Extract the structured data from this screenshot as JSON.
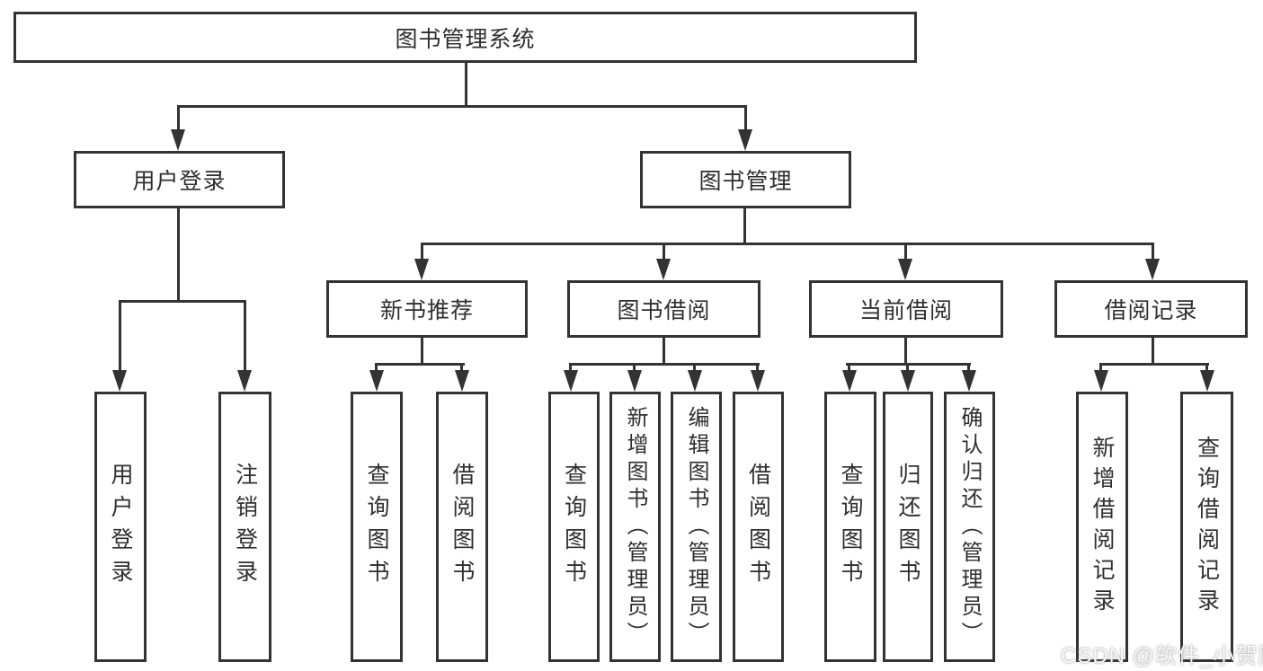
{
  "diagram": {
    "title_node": {
      "label": "图书管理系统"
    },
    "level2": [
      {
        "label": "用户登录"
      },
      {
        "label": "图书管理"
      }
    ],
    "level3": [
      {
        "label": "新书推荐"
      },
      {
        "label": "图书借阅"
      },
      {
        "label": "当前借阅"
      },
      {
        "label": "借阅记录"
      }
    ],
    "leaves": {
      "user_login": [
        {
          "label": "用户登录"
        },
        {
          "label": "注销登录"
        }
      ],
      "new_book_recommend": [
        {
          "label": "查询图书"
        },
        {
          "label": "借阅图书"
        }
      ],
      "book_borrow": [
        {
          "label": "查询图书"
        },
        {
          "label": "新增图书（管理员）"
        },
        {
          "label": "编辑图书（管理员）"
        },
        {
          "label": "借阅图书"
        }
      ],
      "current_borrow": [
        {
          "label": "查询图书"
        },
        {
          "label": "归还图书"
        },
        {
          "label": "确认归还（管理员）"
        }
      ],
      "borrow_record": [
        {
          "label": "新增借阅记录"
        },
        {
          "label": "查询借阅记录"
        }
      ]
    },
    "colors": {
      "line": "#333333",
      "ink": "#2f2f2f",
      "bg": "#ffffff"
    }
  },
  "watermark": {
    "text": "CSDN @软件_小贺同学"
  }
}
